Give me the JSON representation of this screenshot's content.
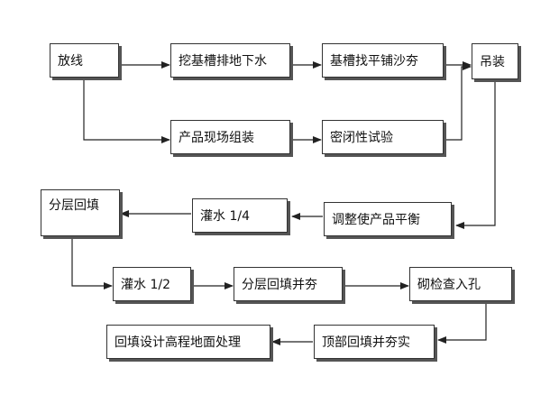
{
  "diagram": {
    "nodes": {
      "fangxian": "放线",
      "wa_jicao": "挖基槽排地下水",
      "jicao_zhaoping": "基槽找平铺沙夯",
      "diaozhuang": "吊装",
      "chanpin_zuzhuang": "产品现场组装",
      "mibi_shiyan": "密闭性试验",
      "fenceng_huitian_1": "分层回填",
      "guanshui_quarter": "灌水 1/4",
      "tiaozheng_pingheng": "调整使产品平衡",
      "guanshui_half": "灌水 1/2",
      "fenceng_huitian_hang": "分层回填并夯",
      "qijian_rukong": "砌检查入孔",
      "dingbu_huitian": "顶部回填并夯实",
      "huitian_gaocheng": "回填设计高程地面处理"
    }
  },
  "colors": {
    "line": "#222222",
    "border": "#333333",
    "shadow": "#555555"
  }
}
